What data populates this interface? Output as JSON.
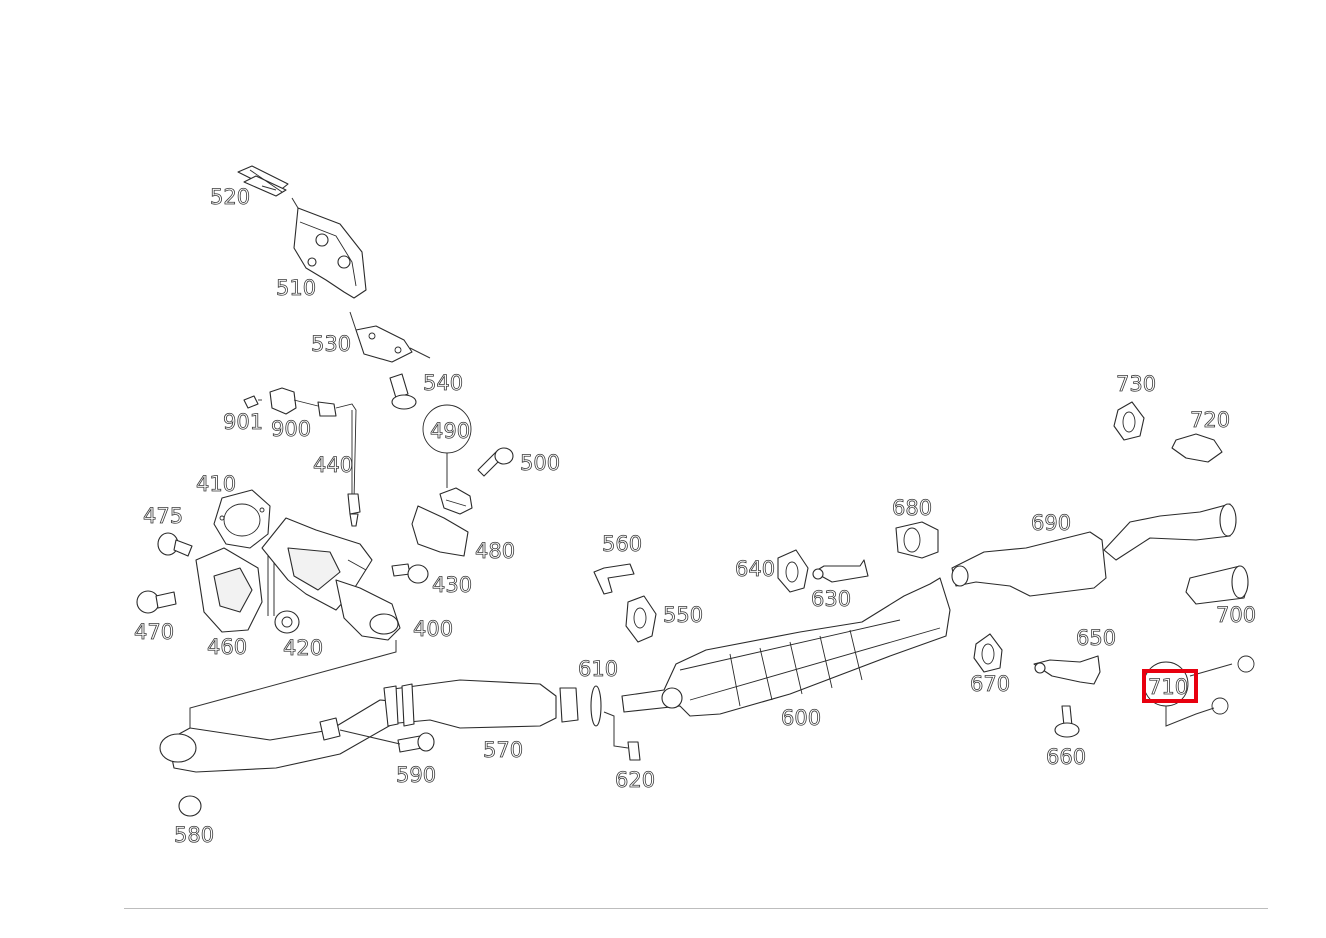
{
  "diagram": {
    "highlight_color": "#e8000f",
    "highlighted_label": "710",
    "labels": {
      "p400": "400",
      "p410": "410",
      "p420": "420",
      "p430": "430",
      "p440": "440",
      "p460": "460",
      "p470": "470",
      "p475": "475",
      "p480": "480",
      "p490": "490",
      "p500": "500",
      "p510": "510",
      "p520": "520",
      "p530": "530",
      "p540": "540",
      "p550": "550",
      "p560": "560",
      "p570": "570",
      "p580": "580",
      "p590": "590",
      "p600": "600",
      "p610": "610",
      "p620": "620",
      "p630": "630",
      "p640": "640",
      "p650": "650",
      "p660": "660",
      "p670": "670",
      "p680": "680",
      "p690": "690",
      "p700": "700",
      "p710": "710",
      "p720": "720",
      "p730": "730",
      "p900": "900",
      "p901": "901"
    }
  }
}
